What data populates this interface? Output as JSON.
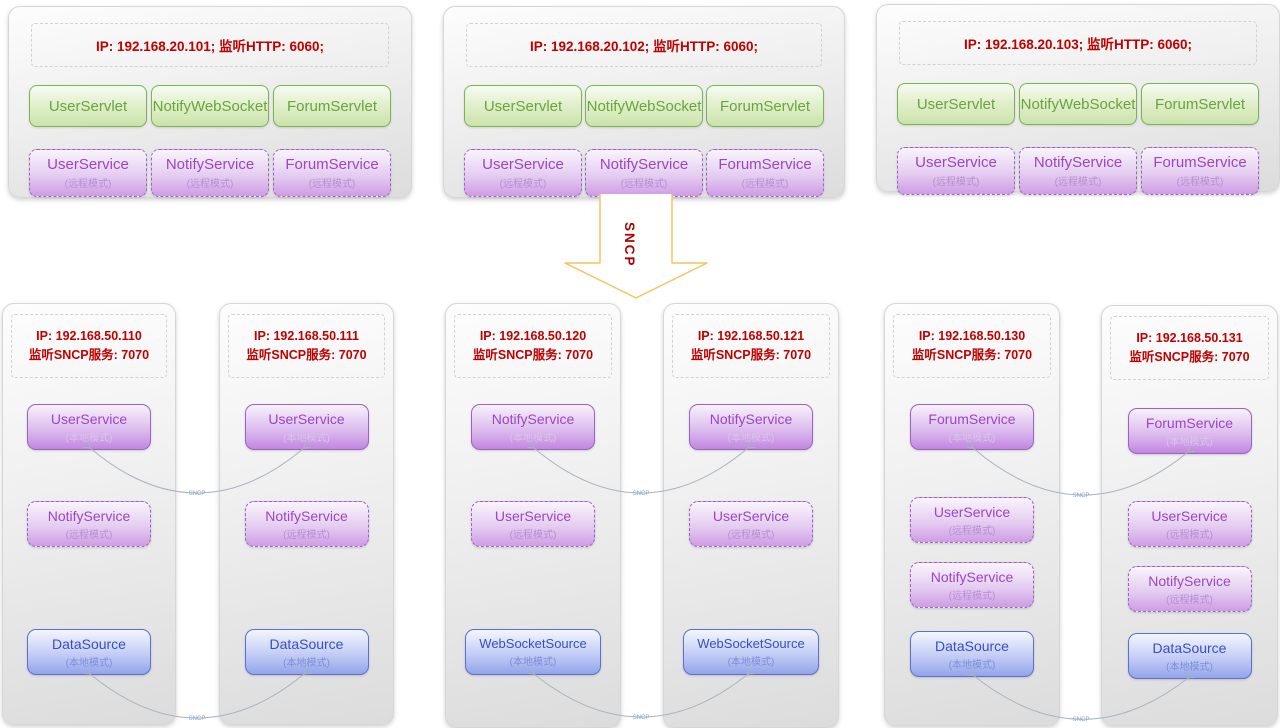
{
  "sncp_arrow_label": "SNCP",
  "connector_label": "SNCP",
  "top_servers": [
    {
      "header": "IP: 192.168.20.101;  监听HTTP: 6060;",
      "servlets": [
        "UserServlet",
        "NotifyWebSocket",
        "ForumServlet"
      ],
      "services": [
        {
          "name": "UserService",
          "mode": "(远程模式)"
        },
        {
          "name": "NotifyService",
          "mode": "(远程模式)"
        },
        {
          "name": "ForumService",
          "mode": "(远程模式)"
        }
      ]
    },
    {
      "header": "IP: 192.168.20.102;  监听HTTP: 6060;",
      "servlets": [
        "UserServlet",
        "NotifyWebSocket",
        "ForumServlet"
      ],
      "services": [
        {
          "name": "UserService",
          "mode": "(远程模式)"
        },
        {
          "name": "NotifyService",
          "mode": "(远程模式)"
        },
        {
          "name": "ForumService",
          "mode": "(远程模式)"
        }
      ]
    },
    {
      "header": "IP: 192.168.20.103;  监听HTTP: 6060;",
      "servlets": [
        "UserServlet",
        "NotifyWebSocket",
        "ForumServlet"
      ],
      "services": [
        {
          "name": "UserService",
          "mode": "(远程模式)"
        },
        {
          "name": "NotifyService",
          "mode": "(远程模式)"
        },
        {
          "name": "ForumService",
          "mode": "(远程模式)"
        }
      ]
    }
  ],
  "nodes": [
    {
      "ip": "IP: 192.168.50.110",
      "listen": "监听SNCP服务: 7070",
      "services": [
        {
          "name": "UserService",
          "mode": "(本地模式)"
        },
        {
          "name": "NotifyService",
          "mode": "(远程模式)"
        },
        {
          "name": "DataSource",
          "mode": "(本地模式)"
        }
      ]
    },
    {
      "ip": "IP: 192.168.50.111",
      "listen": "监听SNCP服务: 7070",
      "services": [
        {
          "name": "UserService",
          "mode": "(本地模式)"
        },
        {
          "name": "NotifyService",
          "mode": "(远程模式)"
        },
        {
          "name": "DataSource",
          "mode": "(本地模式)"
        }
      ]
    },
    {
      "ip": "IP: 192.168.50.120",
      "listen": "监听SNCP服务: 7070",
      "services": [
        {
          "name": "NotifyService",
          "mode": "(本地模式)"
        },
        {
          "name": "UserService",
          "mode": "(远程模式)"
        },
        {
          "name": "WebSocketSource",
          "mode": "(本地模式)"
        }
      ]
    },
    {
      "ip": "IP: 192.168.50.121",
      "listen": "监听SNCP服务: 7070",
      "services": [
        {
          "name": "NotifyService",
          "mode": "(本地模式)"
        },
        {
          "name": "UserService",
          "mode": "(远程模式)"
        },
        {
          "name": "WebSocketSource",
          "mode": "(本地模式)"
        }
      ]
    },
    {
      "ip": "IP: 192.168.50.130",
      "listen": "监听SNCP服务: 7070",
      "services": [
        {
          "name": "ForumService",
          "mode": "(本地模式)"
        },
        {
          "name": "UserService",
          "mode": "(远程模式)"
        },
        {
          "name": "NotifyService",
          "mode": "(远程模式)"
        },
        {
          "name": "DataSource",
          "mode": "(本地模式)"
        }
      ]
    },
    {
      "ip": "IP: 192.168.50.131",
      "listen": "监听SNCP服务: 7070",
      "services": [
        {
          "name": "ForumService",
          "mode": "(本地模式)"
        },
        {
          "name": "UserService",
          "mode": "(远程模式)"
        },
        {
          "name": "NotifyService",
          "mode": "(远程模式)"
        },
        {
          "name": "DataSource",
          "mode": "(本地模式)"
        }
      ]
    }
  ]
}
